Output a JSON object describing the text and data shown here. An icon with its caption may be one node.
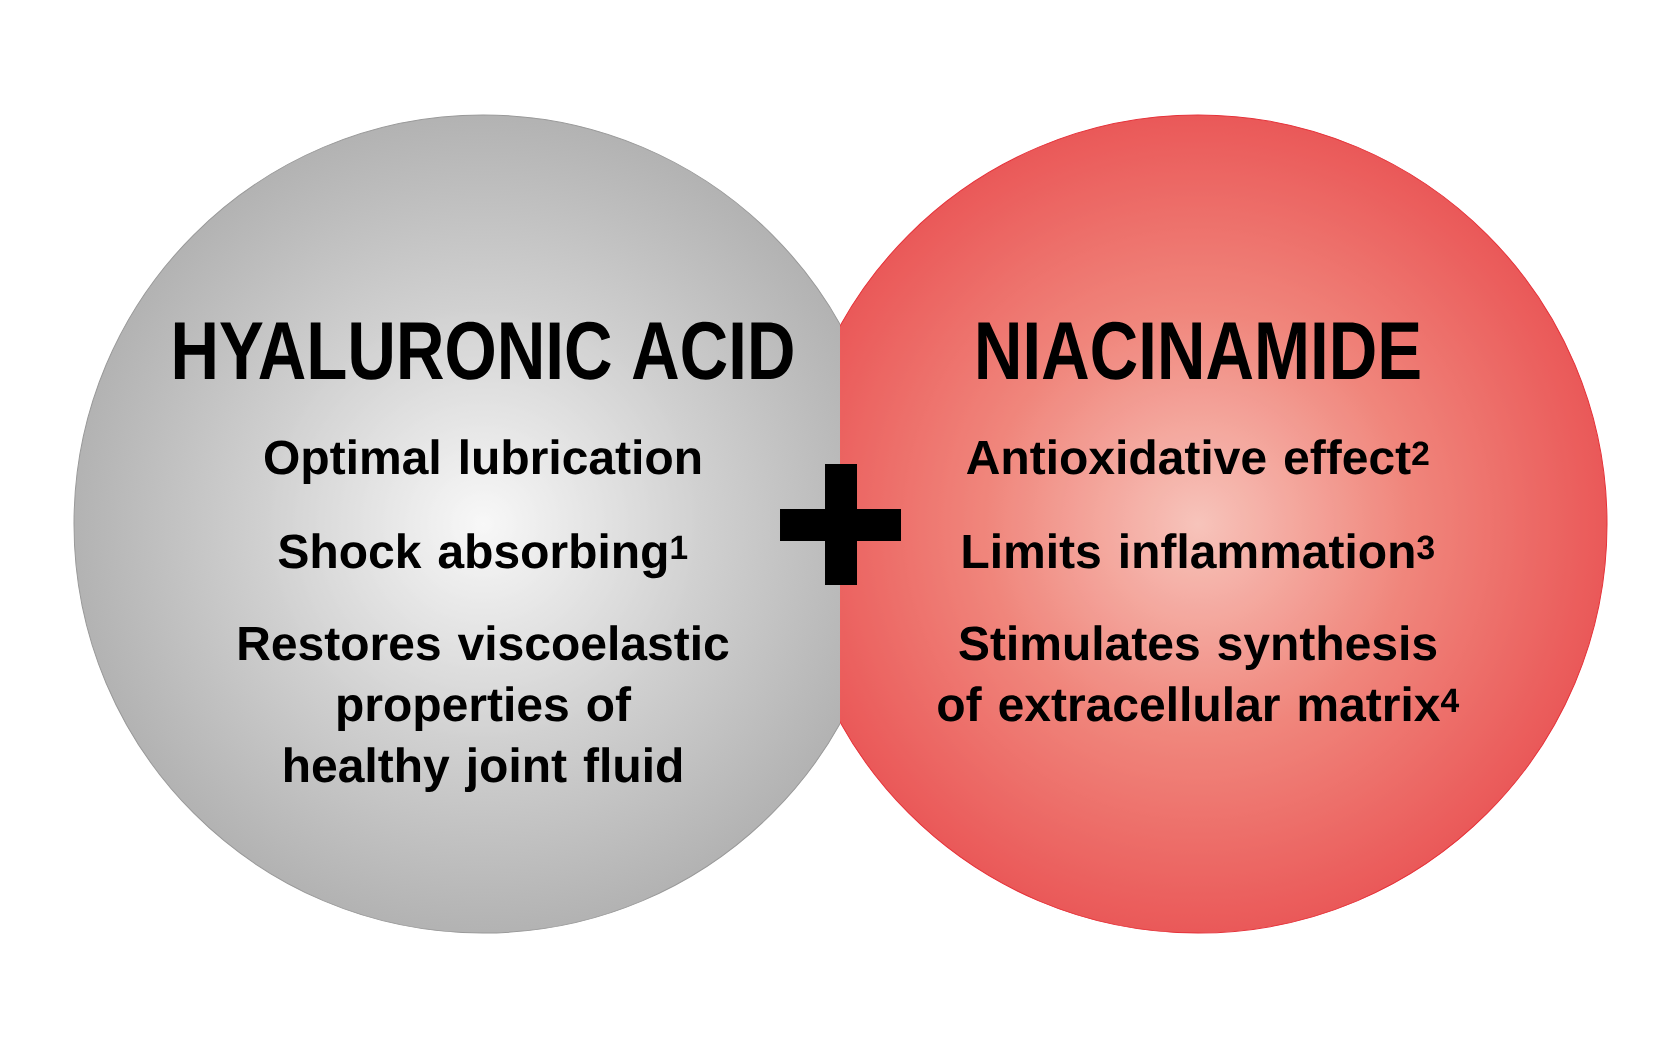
{
  "diagram": {
    "nodes": [
      {
        "text": [
          "HYALURONIC ACID",
          "Optimal lubrication",
          "Shock absorbing$^{1}$",
          "Restores viscoelastic properties of healthy joint fluid"
        ]
      },
      {
        "text": [
          "NIACINAMIDE",
          "Antioxidative effect$^{2}$",
          "Limits inflammation$^{3}$",
          "Stimulates synthesis of extracellular matrix$^{4}$"
        ]
      }
    ]
  }
}
